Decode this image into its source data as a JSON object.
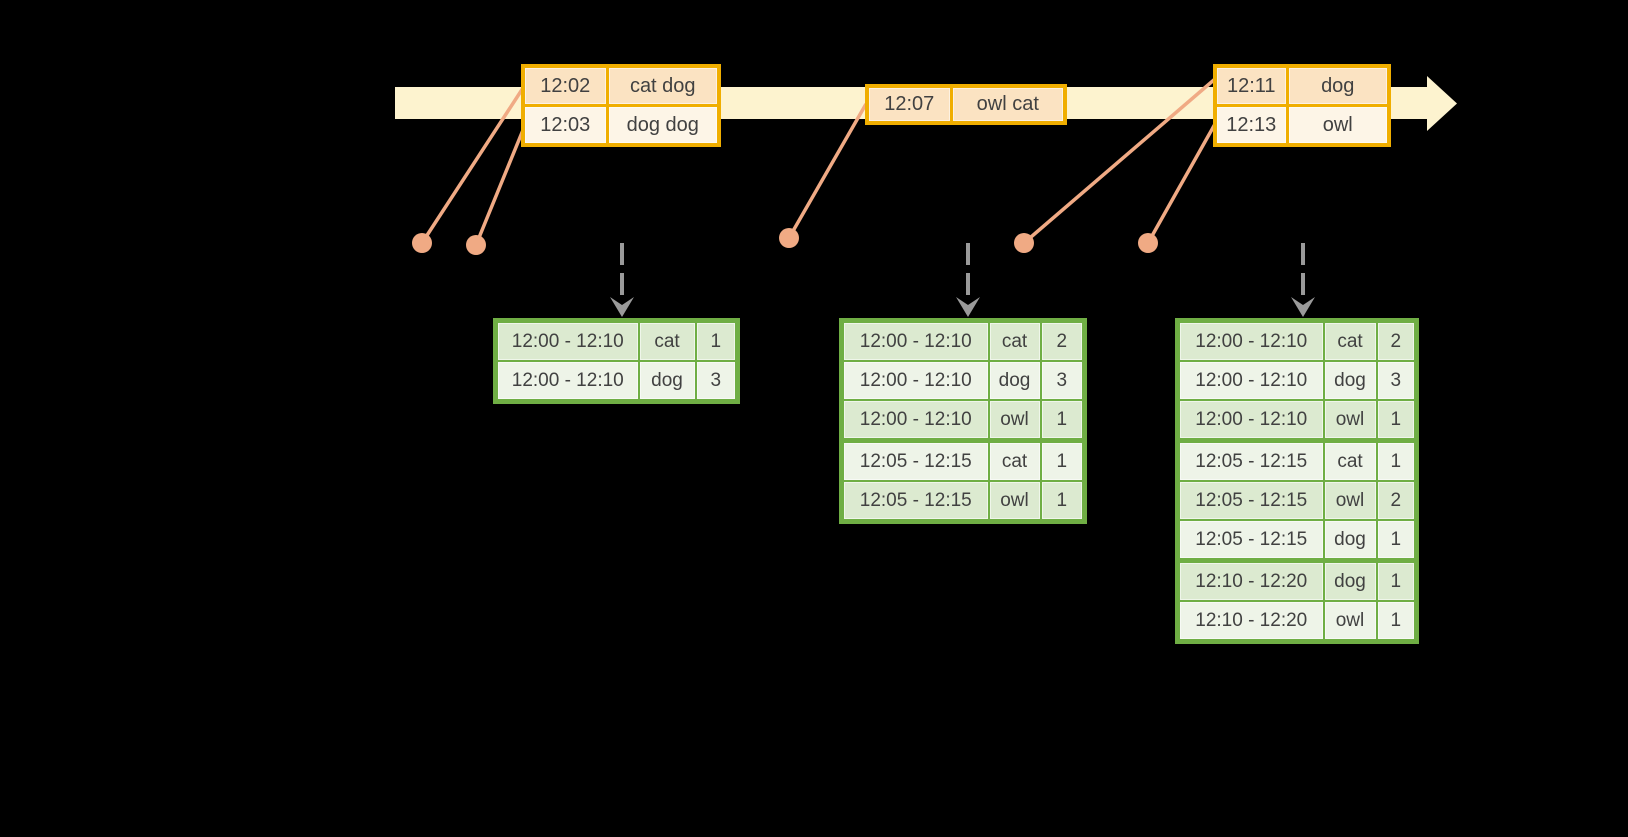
{
  "colors": {
    "background": "#000000",
    "band": "#fdf3cf",
    "amber": "#f0ae00",
    "event_row_dark": "#fbe3c2",
    "event_row_light": "#fdf5e7",
    "salmon": "#f0aa84",
    "arrow_gray": "#9a9a9a",
    "green": "#6fae44",
    "result_row_dark": "#dcead0",
    "result_row_light": "#eef4e8",
    "text": "#414141"
  },
  "event_tables": [
    {
      "rows": [
        [
          "12:02",
          "cat dog"
        ],
        [
          "12:03",
          "dog dog"
        ]
      ]
    },
    {
      "rows": [
        [
          "12:07",
          "owl cat"
        ]
      ]
    },
    {
      "rows": [
        [
          "12:11",
          "dog"
        ],
        [
          "12:13",
          "owl"
        ]
      ]
    }
  ],
  "result_tables": [
    {
      "rows": [
        [
          "12:00 - 12:10",
          "cat",
          "1"
        ],
        [
          "12:00 - 12:10",
          "dog",
          "3"
        ]
      ]
    },
    {
      "rows": [
        [
          "12:00 - 12:10",
          "cat",
          "2"
        ],
        [
          "12:00 - 12:10",
          "dog",
          "3"
        ],
        [
          "12:00 - 12:10",
          "owl",
          "1"
        ],
        [
          "12:05 - 12:15",
          "cat",
          "1"
        ],
        [
          "12:05 - 12:15",
          "owl",
          "1"
        ]
      ]
    },
    {
      "rows": [
        [
          "12:00 - 12:10",
          "cat",
          "2"
        ],
        [
          "12:00 - 12:10",
          "dog",
          "3"
        ],
        [
          "12:00 - 12:10",
          "owl",
          "1"
        ],
        [
          "12:05 - 12:15",
          "cat",
          "1"
        ],
        [
          "12:05 - 12:15",
          "owl",
          "2"
        ],
        [
          "12:05 - 12:15",
          "dog",
          "1"
        ],
        [
          "12:10 - 12:20",
          "dog",
          "1"
        ],
        [
          "12:10 - 12:20",
          "owl",
          "1"
        ]
      ]
    }
  ]
}
